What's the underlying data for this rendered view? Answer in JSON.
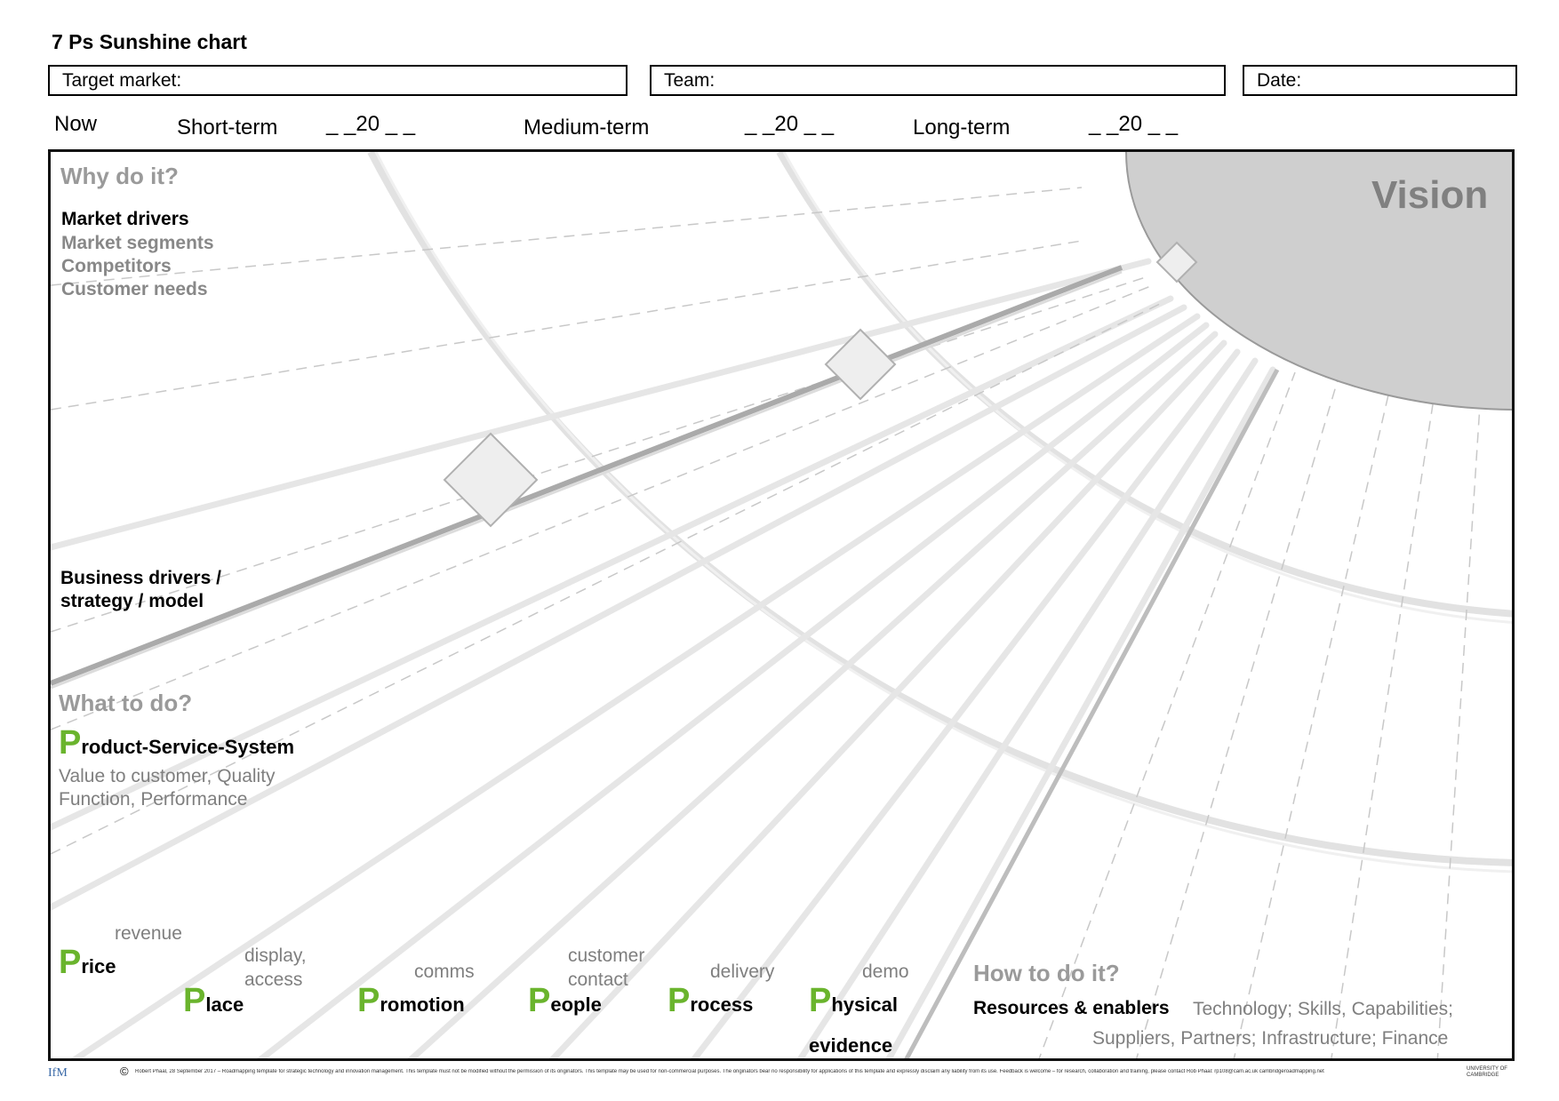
{
  "title": "7 Ps Sunshine chart",
  "fields": {
    "target_market": "Target market:",
    "team": "Team:",
    "date": "Date:"
  },
  "timeline": {
    "now": "Now",
    "short_term": "Short-term",
    "short_year": "_ _20 _ _",
    "medium_term": "Medium-term",
    "medium_year": "_ _20 _ _",
    "long_term": "Long-term",
    "long_year": "_ _20 _ _"
  },
  "why": {
    "heading": "Why do it?",
    "market_drivers": "Market drivers",
    "market_segments": "Market segments",
    "competitors": "Competitors",
    "customer_needs": "Customer needs",
    "business_line1": "Business drivers /",
    "business_line2": "strategy / model"
  },
  "vision": "Vision",
  "what": {
    "heading": "What to do?",
    "pss_letter": "P",
    "pss_rest": "roduct-Service-System",
    "desc1": "Value to customer, Quality",
    "desc2": "Function, Performance"
  },
  "ps": {
    "price": {
      "letter": "P",
      "rest": "rice",
      "note": "revenue"
    },
    "place": {
      "letter": "P",
      "rest": "lace",
      "note1": "display,",
      "note2": "access"
    },
    "promotion": {
      "letter": "P",
      "rest": "romotion",
      "note": "comms"
    },
    "people": {
      "letter": "P",
      "rest": "eople",
      "note1": "customer",
      "note2": "contact"
    },
    "process": {
      "letter": "P",
      "rest": "rocess",
      "note": "delivery"
    },
    "physical": {
      "letter": "P",
      "rest": "hysical",
      "rest2": "evidence",
      "note": "demo"
    }
  },
  "how": {
    "heading": "How to do it?",
    "resources": "Resources & enablers",
    "list1": "Technology; Skills, Capabilities;",
    "list2": "Suppliers, Partners; Infrastructure; Finance"
  },
  "footer": {
    "ifm_logo": "IfM",
    "copyright_symbol": "©",
    "credit": "Robert Phaal, 28 September 2017 – Roadmapping template for strategic technology and innovation management. This template must not be modified without the permission of its originators. This template may be used for non-commercial purposes. The originators bear no responsibility for applications of this template and expressly disclaim any liability from its use. Feedback is welcome – for research, collaboration and training, please contact Rob Phaal: rp108@cam.ac.uk cambridgeroadmapping.net",
    "university": "UNIVERSITY OF CAMBRIDGE"
  }
}
